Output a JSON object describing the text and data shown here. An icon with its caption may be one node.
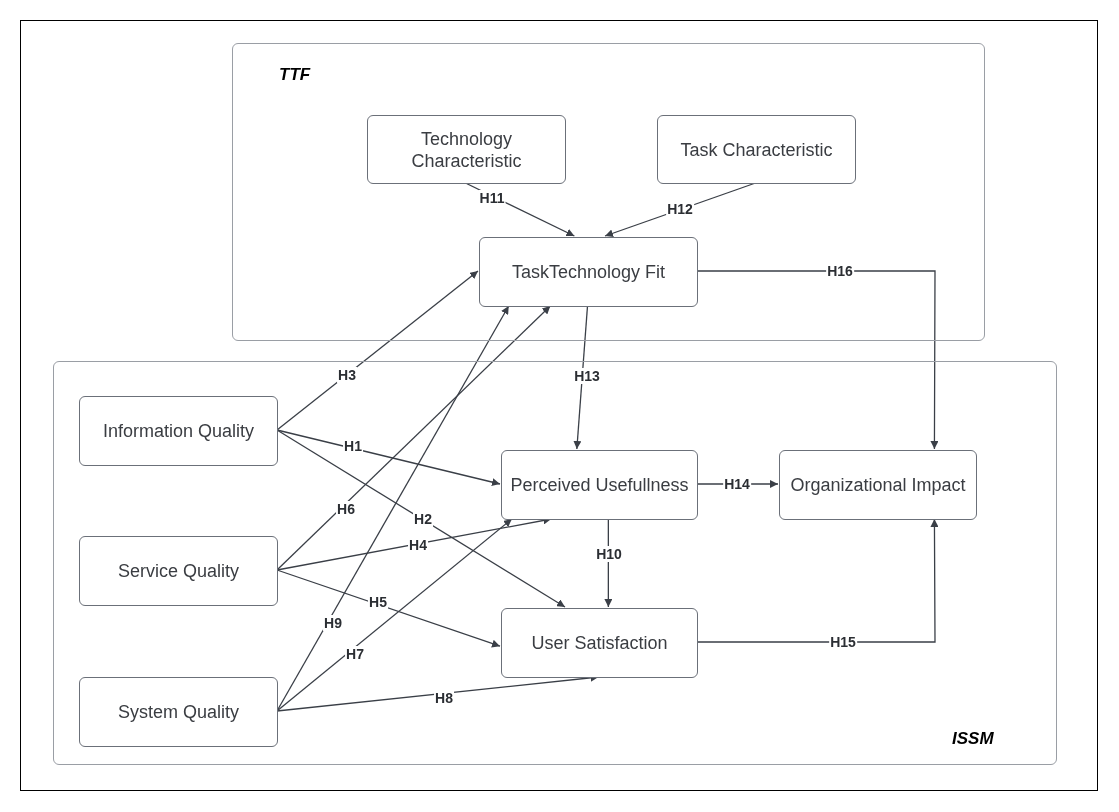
{
  "diagram": {
    "nodes": [
      {
        "text": [
          "TTF"
        ]
      },
      {
        "text": [
          "Technology Characteristic"
        ],
        "in": 0
      },
      {
        "text": [
          "Task Characteristic"
        ],
        "in": 0
      },
      {
        "text": [
          "TaskTechnology Fit"
        ],
        "in": 0
      },
      {
        "text": [
          "ISSM"
        ]
      },
      {
        "text": [
          "Information Quality"
        ],
        "in": 4
      },
      {
        "text": [
          "Perceived Usefullness"
        ],
        "in": 4
      },
      {
        "text": [
          "Organizational Impact"
        ],
        "in": 4
      },
      {
        "text": [
          "Service Quality"
        ],
        "in": 4
      },
      {
        "text": [
          "User Satisfaction"
        ],
        "in": 4
      },
      {
        "text": [
          "System Quality"
        ],
        "in": 4
      }
    ],
    "edges": [
      {
        "from": 1,
        "to": 3,
        "arrow": "to",
        "label": "H11"
      },
      {
        "from": 2,
        "to": 3,
        "arrow": "to",
        "label": "H12"
      },
      {
        "from": 3,
        "to": 7,
        "arrow": "to",
        "label": "H16"
      },
      {
        "from": 3,
        "to": 6,
        "arrow": "to",
        "label": "H13"
      },
      {
        "from": 5,
        "to": 3,
        "arrow": "to",
        "label": "H3"
      },
      {
        "from": 5,
        "to": 6,
        "arrow": "to",
        "label": "H1"
      },
      {
        "from": 5,
        "to": 9,
        "arrow": "to",
        "label": "H2"
      },
      {
        "from": 8,
        "to": 3,
        "arrow": "to",
        "label": "H6"
      },
      {
        "from": 8,
        "to": 6,
        "arrow": "to",
        "label": "H4"
      },
      {
        "from": 8,
        "to": 9,
        "arrow": "to",
        "label": "H5"
      },
      {
        "from": 10,
        "to": 3,
        "arrow": "to",
        "label": "H9"
      },
      {
        "from": 10,
        "to": 6,
        "arrow": "to",
        "label": "H7"
      },
      {
        "from": 10,
        "to": 9,
        "arrow": "to",
        "label": "H8"
      },
      {
        "from": 6,
        "to": 7,
        "arrow": "to",
        "label": "H14"
      },
      {
        "from": 6,
        "to": 9,
        "arrow": "to",
        "label": "H10"
      },
      {
        "from": 9,
        "to": 7,
        "arrow": "to",
        "label": "H15"
      }
    ]
  }
}
